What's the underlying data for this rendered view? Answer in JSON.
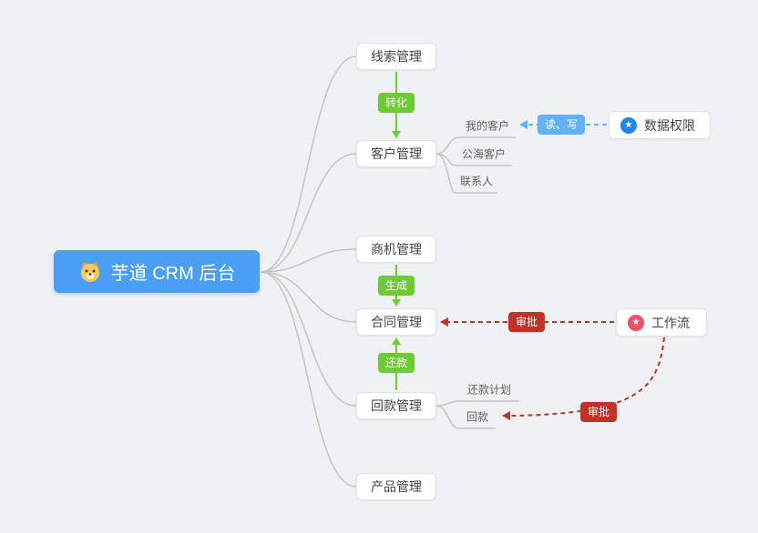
{
  "root": {
    "label": "芋道 CRM 后台"
  },
  "main_nodes": [
    {
      "label": "线索管理"
    },
    {
      "label": "客户管理"
    },
    {
      "label": "商机管理"
    },
    {
      "label": "合同管理"
    },
    {
      "label": "回款管理"
    },
    {
      "label": "产品管理"
    }
  ],
  "customer_children": [
    {
      "label": "我的客户"
    },
    {
      "label": "公海客户"
    },
    {
      "label": "联系人"
    }
  ],
  "receivable_children": [
    {
      "label": "还款计划"
    },
    {
      "label": "回款"
    }
  ],
  "side_nodes": [
    {
      "label": "数据权限",
      "icon": "star-icon"
    },
    {
      "label": "工作流",
      "icon": "star-icon"
    }
  ],
  "edge_labels": {
    "convert": "转化",
    "generate": "生成",
    "repay": "还款",
    "read_write": "读、写",
    "approve_contract": "审批",
    "approve_receipt": "审批"
  },
  "icons": {
    "star": "★"
  },
  "colors": {
    "background": "#f0f1f2",
    "root_blue": "#4a9ff5",
    "green": "#6ecb35",
    "light_blue": "#63b2f7",
    "red": "#c03328",
    "line_gray": "#c5c5c5",
    "data_permission_icon": "#1d86f0",
    "workflow_icon": "#ef4f67"
  }
}
